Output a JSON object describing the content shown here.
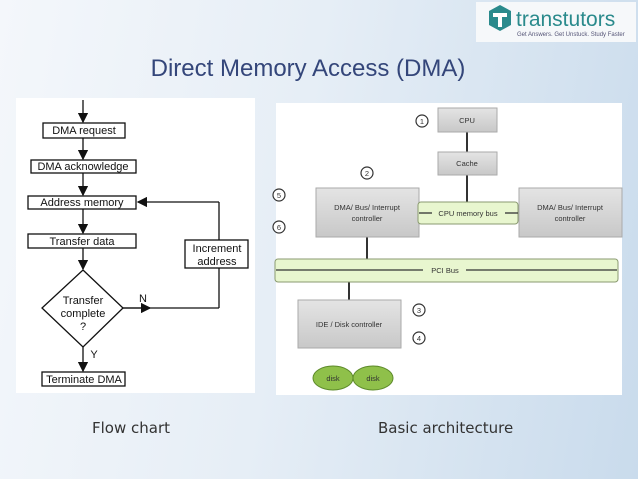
{
  "slide": {
    "title": "Direct Memory Access (DMA)",
    "logo": {
      "name": "transtutors",
      "tagline": "Get Answers. Get Unstuck. Study Faster",
      "icon": "t-hexagon-icon",
      "color": "#2a8a8c"
    },
    "title_color": "#34467a"
  },
  "flowchart": {
    "caption": "Flow chart",
    "steps": [
      "DMA request",
      "DMA acknowledge",
      "Address memory",
      "Transfer data"
    ],
    "decision": [
      "Transfer",
      "complete",
      "?"
    ],
    "no_label": "N",
    "yes_label": "Y",
    "increment": [
      "Increment",
      "address"
    ],
    "terminate": "Terminate DMA"
  },
  "architecture": {
    "caption": "Basic architecture",
    "cpu": "CPU",
    "cache": "Cache",
    "dma_left": [
      "DMA/ Bus/ Interrupt",
      "controller"
    ],
    "dma_right": [
      "DMA/ Bus/ Interrupt",
      "controller"
    ],
    "cpu_bus": "CPU memory bus",
    "pci_bus": "PCI Bus",
    "ide": "IDE / Disk controller",
    "disks": [
      "disk",
      "disk"
    ],
    "markers": [
      "1",
      "2",
      "3",
      "4",
      "5",
      "6"
    ],
    "bus_color": "#e8f6cf",
    "disk_color": "#8fc04a"
  }
}
